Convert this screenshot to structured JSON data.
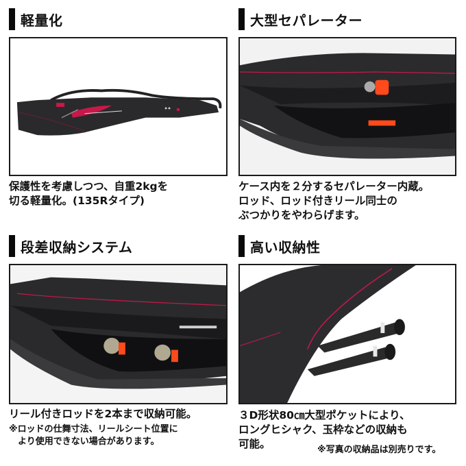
{
  "panels": [
    {
      "heading": "軽量化",
      "image_alt": "rod-case-full-view",
      "caption_lines": [
        "保護性を考慮しつつ、自重2kgを",
        "切る軽量化。(135Rタイプ)"
      ]
    },
    {
      "heading": "大型セパレーター",
      "image_alt": "rod-case-separator-interior",
      "caption_lines": [
        "ケース内を２分するセパレーター内蔵。",
        "ロッド、ロッド付きリール同士の",
        "ぶつかりをやわらげます。"
      ]
    },
    {
      "heading": "段差収納システム",
      "image_alt": "rod-case-stepped-storage-reels",
      "caption_lines": [
        "リール付きロッドを2本まで収納可能。"
      ],
      "note_lines": [
        "※ロッドの仕舞寸法、リールシート位置に",
        "　より使用できない場合があります。"
      ]
    },
    {
      "heading": "高い収納性",
      "image_alt": "rod-case-3d-pocket-grips",
      "caption_lines": [
        "３D形状80㎝大型ポケットにより、",
        "ロングヒシャク、玉枠などの収納も",
        "可能。"
      ],
      "note": "※写真の収納品は別売りです。"
    }
  ],
  "colors": {
    "case_body": "#2a2a2c",
    "accent_red": "#c8184a",
    "reel_orange": "#ff4a1c",
    "frame_border": "#1a1a1a"
  }
}
